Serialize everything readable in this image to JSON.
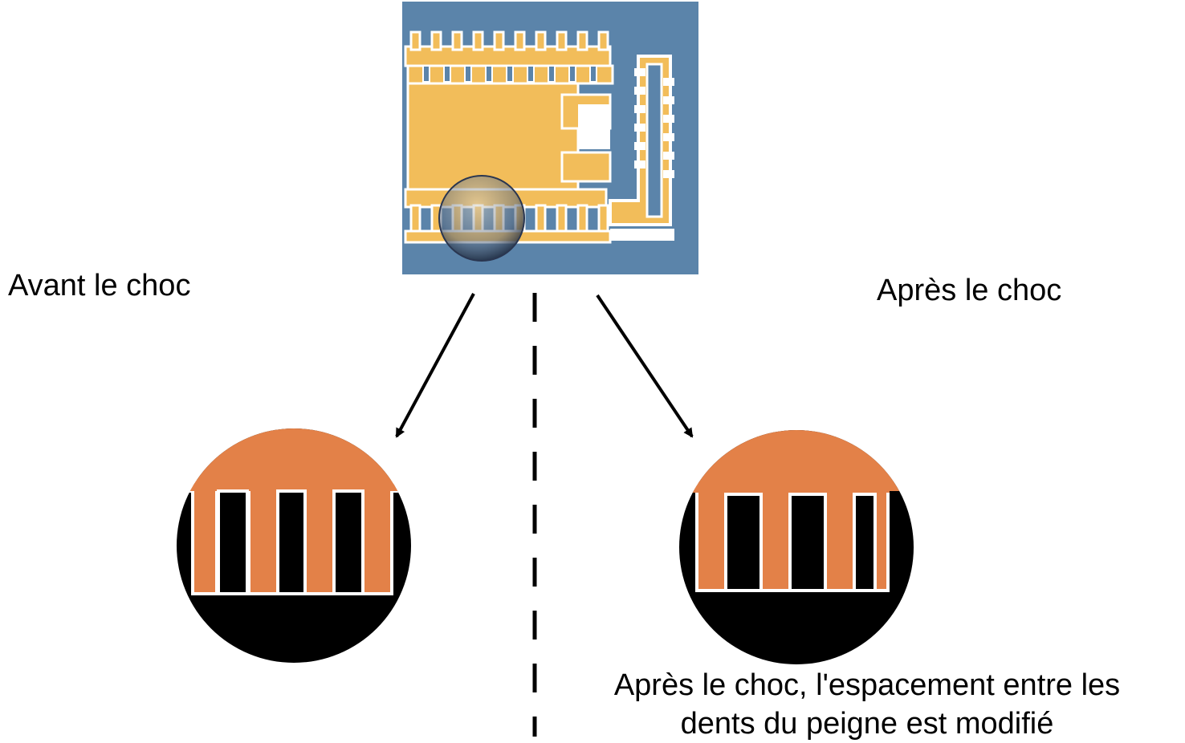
{
  "labels": {
    "before": "Avant le choc",
    "after": "Après le choc",
    "caption": "Après le choc, l'espacement entre les dents du peigne est modifié"
  },
  "colors": {
    "background": "#ffffff",
    "chip_substrate": "#5b84aa",
    "chip_metal": "#f2bd5a",
    "comb_orange": "#e38148",
    "zoom_background": "#000000",
    "outline": "#ffffff"
  }
}
